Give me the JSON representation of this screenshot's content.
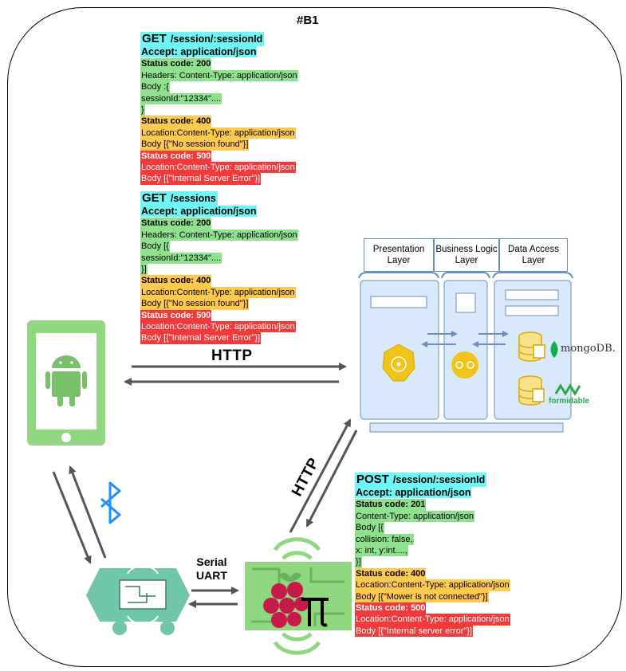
{
  "diagram": {
    "title": "#B1",
    "protocol_label": "HTTP",
    "protocol_label_rpi": "HTTP",
    "serial_label_line1": "Serial",
    "serial_label_line2": "UART",
    "layers": {
      "presentation": "Presentation Layer",
      "business": "Business Logic Layer",
      "data_access": "Data Access Layer"
    },
    "logos": {
      "mongodb": "mongoDB.",
      "formidable": "formidable"
    },
    "icons": [
      "android-phone-icon",
      "bluetooth-icon",
      "mower-board-icon",
      "raspberry-pi-icon",
      "kubernetes-icon",
      "gears-icon",
      "database-icon"
    ]
  },
  "api_get_session": {
    "method": "GET",
    "path": "/session/:sessionId",
    "accept": "Accept: application/json",
    "ok_status": "Status code: 200",
    "ok_headers": "Headers: Content-Type: application/json",
    "ok_body_1": "Body :{",
    "ok_body_2": "sessionId:\"12334\"....",
    "ok_body_3": "}",
    "bad_status": "Status code: 400",
    "bad_location": "Location:Content-Type: application/json",
    "bad_body": "Body [{\"No session found\"}]",
    "err_status": "Status code: 500",
    "err_location": "Location:Content-Type: application/json",
    "err_body": "Body [{\"Internal Server Error\"}]"
  },
  "api_get_sessions": {
    "method": "GET",
    "path": "/sessions",
    "accept": "Accept: application/json",
    "ok_status": "Status code: 200",
    "ok_headers": "Headers: Content-Type: application/json",
    "ok_body_1": "Body [{",
    "ok_body_2": "sessionId:\"12334\"....",
    "ok_body_3": "}]",
    "bad_status": "Status code: 400",
    "bad_location": "Location:Content-Type: application/json",
    "bad_body": "Body [{\"No session found\"}]",
    "err_status": "Status code: 500",
    "err_location": "Location:Content-Type: application/json",
    "err_body": "Body [{\"Internal Server Error\"}]"
  },
  "api_post_session": {
    "method": "POST",
    "path": "/session/:sessionId",
    "accept": "Accept: application/json",
    "ok_status": "Status code: 201",
    "ok_content": "Content-Type: application/json",
    "ok_body_1": "Body [{",
    "ok_body_2": "collision: false,",
    "ok_body_3": "x: int, y:int....,",
    "ok_body_4": "}]",
    "bad_status": "Status code: 400",
    "bad_location": "Location:Content-Type: application/json",
    "bad_body": "Body [{\"Mower is not connected\"}]",
    "err_status": "Status code: 500",
    "err_location": "Location:Content-Type: application/json",
    "err_body": "Body [{\"Internal server error\"}]"
  }
}
